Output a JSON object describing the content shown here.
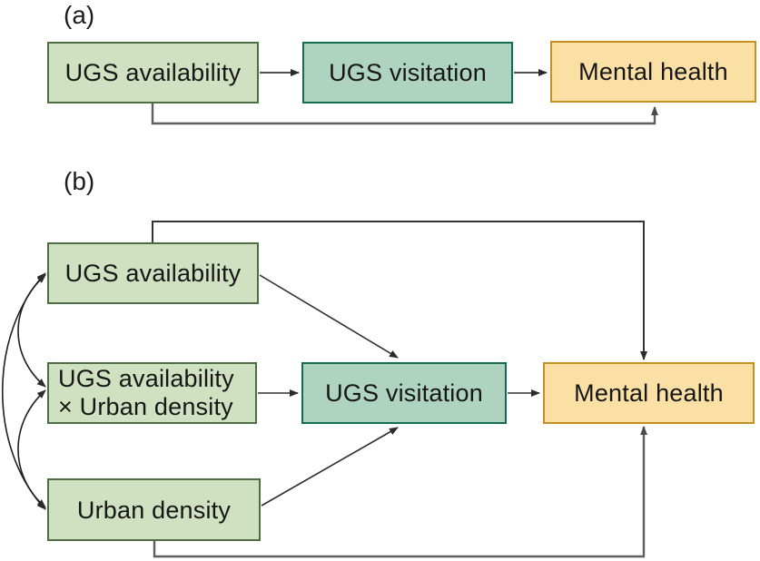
{
  "figure": {
    "panel_a": {
      "label": "(a)",
      "nodes": {
        "availability": {
          "label": "UGS availability"
        },
        "visitation": {
          "label": "UGS visitation"
        },
        "mental_health": {
          "label": "Mental health"
        }
      },
      "edges": [
        {
          "from": "UGS availability",
          "to": "UGS visitation",
          "kind": "directed"
        },
        {
          "from": "UGS visitation",
          "to": "Mental health",
          "kind": "directed"
        },
        {
          "from": "UGS availability",
          "to": "Mental health",
          "kind": "directed-indirect-route"
        }
      ]
    },
    "panel_b": {
      "label": "(b)",
      "nodes": {
        "availability": {
          "label": "UGS availability"
        },
        "interaction": {
          "label_line1": "UGS availability",
          "label_line2": "× Urban density"
        },
        "density": {
          "label": "Urban density"
        },
        "visitation": {
          "label": "UGS visitation"
        },
        "mental_health": {
          "label": "Mental health"
        }
      },
      "edges": [
        {
          "from": "UGS availability",
          "to": "UGS visitation",
          "kind": "directed"
        },
        {
          "from": "UGS availability × Urban density",
          "to": "UGS visitation",
          "kind": "directed"
        },
        {
          "from": "Urban density",
          "to": "UGS visitation",
          "kind": "directed"
        },
        {
          "from": "UGS visitation",
          "to": "Mental health",
          "kind": "directed"
        },
        {
          "from": "UGS availability",
          "to": "Mental health",
          "kind": "directed-top-route"
        },
        {
          "from": "Urban density",
          "to": "Mental health",
          "kind": "directed-bottom-route"
        },
        {
          "from": "UGS availability",
          "to": "UGS availability × Urban density",
          "kind": "covariance"
        },
        {
          "from": "UGS availability × Urban density",
          "to": "Urban density",
          "kind": "covariance"
        },
        {
          "from": "UGS availability",
          "to": "Urban density",
          "kind": "covariance"
        }
      ]
    },
    "colors": {
      "exposure_fill": "#cfe1c0",
      "exposure_border": "#4c6e42",
      "mediator_fill": "#aed3c0",
      "mediator_border": "#156b4d",
      "outcome_fill": "#fbe0a5",
      "outcome_border": "#c59022",
      "edge": "#333333",
      "indirect_edge": "#5f5f5f"
    }
  }
}
